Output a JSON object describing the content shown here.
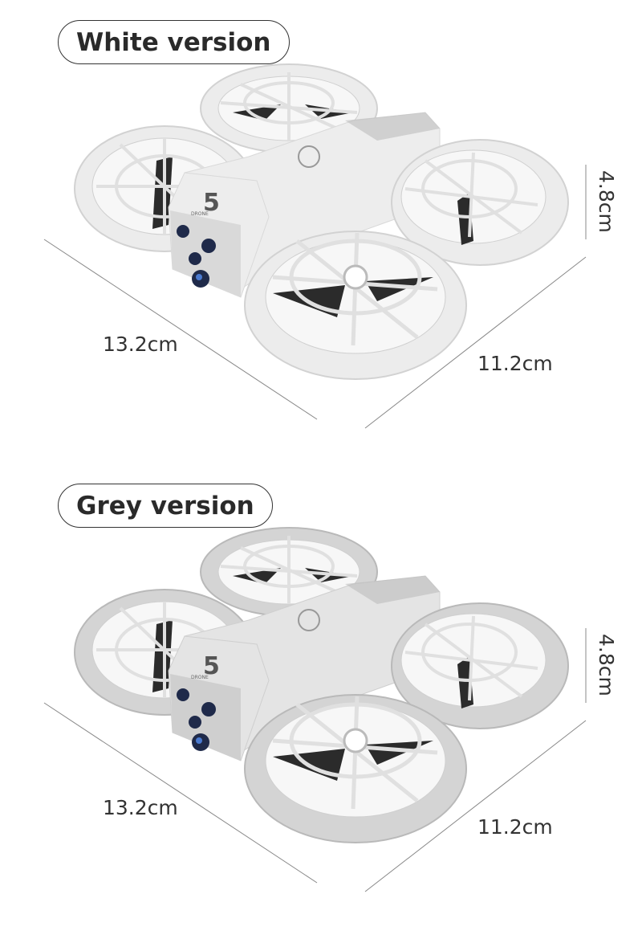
{
  "versions": [
    {
      "label": "White version",
      "height": "4.8cm",
      "length": "13.2cm",
      "width": "11.2cm",
      "ring_color": "#ececec"
    },
    {
      "label": "Grey version",
      "height": "4.8cm",
      "length": "13.2cm",
      "width": "11.2cm",
      "ring_color": "#d4d4d4"
    }
  ],
  "logo": {
    "number": "5",
    "text": "DRONE"
  }
}
